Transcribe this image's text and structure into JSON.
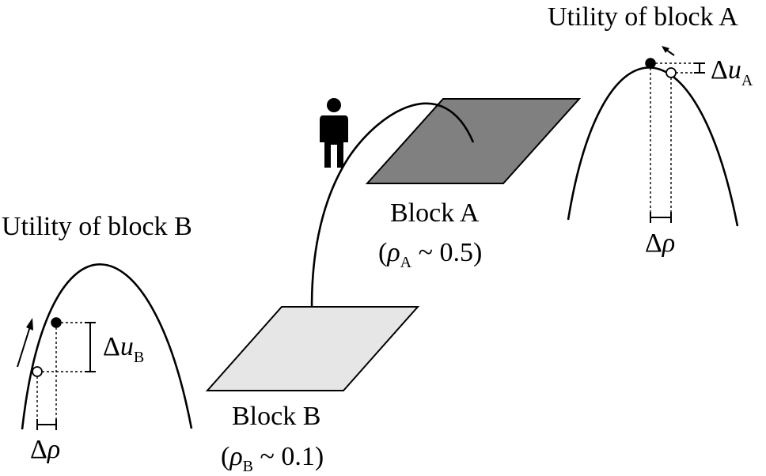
{
  "utility_a": {
    "title": "Utility of block A",
    "delta_u_prefix": "Δ",
    "delta_u_var": "u",
    "delta_u_sub": "A",
    "delta_rho_prefix": "Δ",
    "delta_rho_var": "ρ"
  },
  "utility_b": {
    "title": "Utility of block B",
    "delta_u_prefix": "Δ",
    "delta_u_var": "u",
    "delta_u_sub": "B",
    "delta_rho_prefix": "Δ",
    "delta_rho_var": "ρ"
  },
  "block_a": {
    "label": "Block A",
    "density_open": "(",
    "density_var": "ρ",
    "density_sub": "A",
    "density_value": " ~ 0.5)",
    "fill_color": "#808080"
  },
  "block_b": {
    "label": "Block B",
    "density_open": "(",
    "density_var": "ρ",
    "density_sub": "B",
    "density_value": " ~ 0.1)",
    "fill_color": "#e6e6e6"
  },
  "agent_icon": "person-silhouette-icon"
}
